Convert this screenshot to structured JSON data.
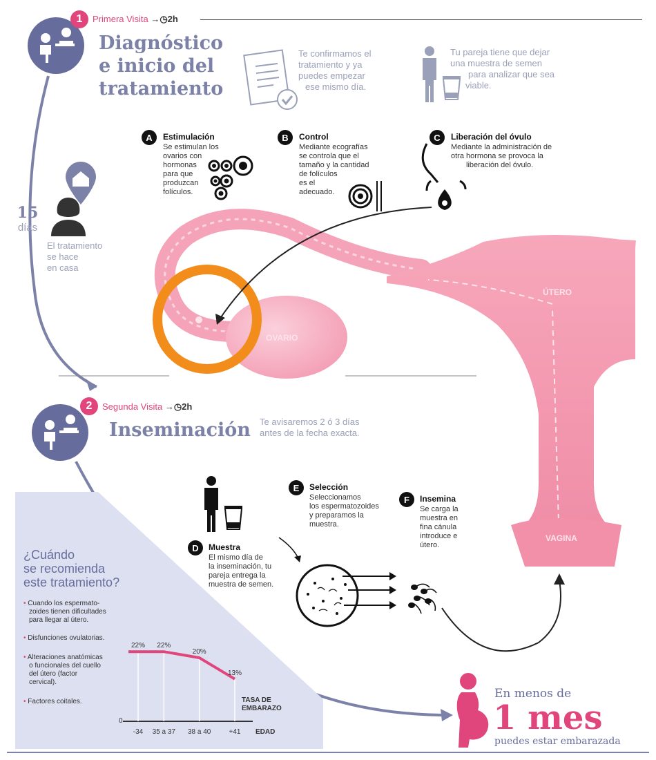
{
  "visit1": {
    "number": "1",
    "label": "Primera Visita",
    "time": "→◷2h",
    "title_lines": [
      "Diagnóstico",
      "e inicio del",
      "tratamiento"
    ]
  },
  "confirm_text": [
    "Te confirmamos el",
    "tratamiento y ya",
    "puedes empezar",
    "ese mismo día."
  ],
  "partner_text": [
    "Tu pareja tiene que dejar",
    "una muestra de semen",
    "para analizar que sea",
    "viable."
  ],
  "timeline": {
    "days_num": "15",
    "days_label": "días",
    "home_text": [
      "El tratamiento",
      "se hace",
      "en casa"
    ]
  },
  "steps": {
    "A": {
      "letter": "A",
      "title": "Estimulación",
      "body": [
        "Se estimulan los",
        "ovarios con",
        "hormonas",
        "para que",
        "produzcan",
        "folículos."
      ]
    },
    "B": {
      "letter": "B",
      "title": "Control",
      "body": [
        "Mediante ecografías",
        "se controla que el",
        "tamaño y la cantidad",
        "de folículos",
        "es el",
        "adecuado."
      ]
    },
    "C": {
      "letter": "C",
      "title": "Liberación del óvulo",
      "body": [
        "Mediante la administración de",
        "otra hormona se provoca la",
        "liberación del óvulo."
      ]
    },
    "D": {
      "letter": "D",
      "title": "Muestra",
      "body": [
        "El mismo día de",
        "la inseminación, tu",
        "pareja entrega la",
        "muestra de semen."
      ]
    },
    "E": {
      "letter": "E",
      "title": "Selección",
      "body": [
        "Seleccionamos",
        "los espermatozoides",
        "y preparamos la",
        "muestra."
      ]
    },
    "F": {
      "letter": "F",
      "title": "Insemina",
      "body": [
        "Se carga la",
        "muestra en",
        "fina cánula",
        "introduce e",
        "útero."
      ]
    }
  },
  "anatomy": {
    "ovary": "OVARIO",
    "uterus": "ÚTERO",
    "vagina": "VAGINA"
  },
  "visit2": {
    "number": "2",
    "label": "Segunda Visita",
    "time": "→◷2h",
    "title": "Inseminación",
    "note": [
      "Te avisaremos 2 ó 3 días",
      "antes de la fecha exacta."
    ]
  },
  "recommend": {
    "title_lines": [
      "¿Cuándo",
      "se recomienda",
      "este tratamiento?"
    ],
    "items": [
      [
        "Cuando los espermato-",
        "zoides tienen dificultades",
        "para llegar al útero."
      ],
      [
        "Disfunciones ovulatorias."
      ],
      [
        "Alteraciones anatómicas",
        "o funcionales del cuello",
        "del útero (factor",
        "cervical)."
      ],
      [
        "Factores coitales."
      ]
    ]
  },
  "chart_data": {
    "type": "line",
    "categories": [
      "-34",
      "35 a 37",
      "38 a 40",
      "+41"
    ],
    "value_labels": [
      "22%",
      "22%",
      "20%",
      "13%"
    ],
    "values": [
      22,
      22,
      20,
      13
    ],
    "xlabel": "EDAD",
    "ylabel": [
      "TASA DE",
      "EMBARAZO"
    ],
    "y_origin": "0",
    "ylim": [
      0,
      25
    ],
    "color": "#e0457b"
  },
  "footer": {
    "line1": "En menos de",
    "big": "1 mes",
    "line3": "puedes estar embarazada"
  },
  "colors": {
    "pink": "#e0457b",
    "indigo": "#666d9c",
    "orange": "#f28c1a",
    "lilac": "#dde0f0"
  }
}
